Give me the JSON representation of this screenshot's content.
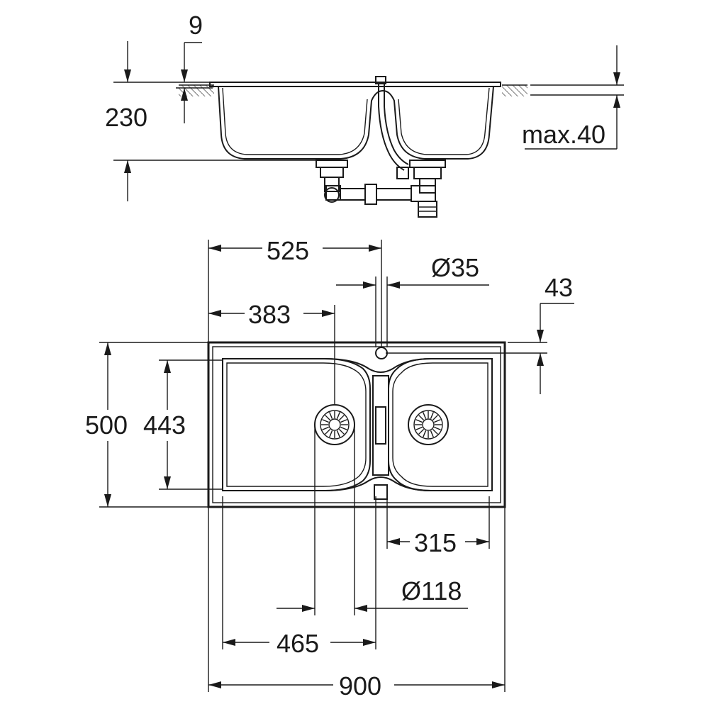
{
  "side_view": {
    "depth_label": "230",
    "top_thickness_label": "9",
    "max_label": "max.40"
  },
  "top_view": {
    "d525": "525",
    "d35": "Ø35",
    "d43": "43",
    "d383": "383",
    "d500": "500",
    "d443": "443",
    "d315": "315",
    "d118": "Ø118",
    "d465": "465",
    "d900": "900"
  }
}
